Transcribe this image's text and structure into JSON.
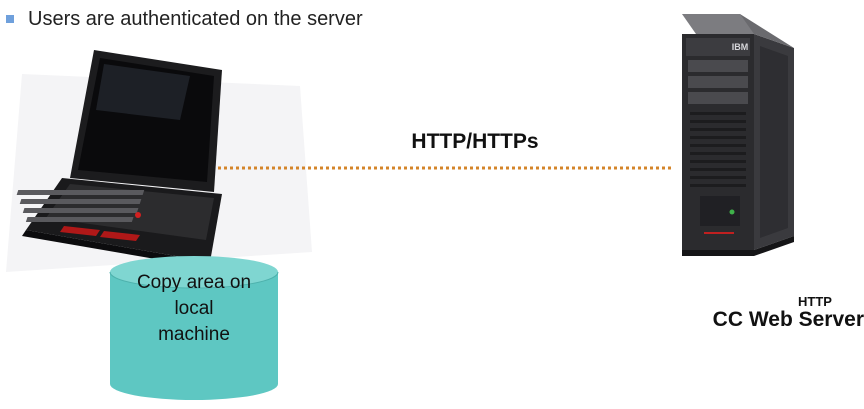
{
  "bullet": {
    "text": "Users are authenticated on the server"
  },
  "connection": {
    "label": "HTTP/HTTPs",
    "line_color": "#d4852a"
  },
  "server": {
    "label": "CC Web Server",
    "sub_label": "HTTP",
    "brand_mark": "IBM",
    "icon": "server-tower-icon"
  },
  "client": {
    "icon": "laptop-icon"
  },
  "storage": {
    "lines": [
      "Copy area on",
      "local",
      "machine"
    ],
    "fill_color": "#5ec7c2",
    "top_color": "#7fd6d1",
    "icon": "database-cylinder-icon"
  },
  "colors": {
    "bullet": "#6fa0dc"
  }
}
